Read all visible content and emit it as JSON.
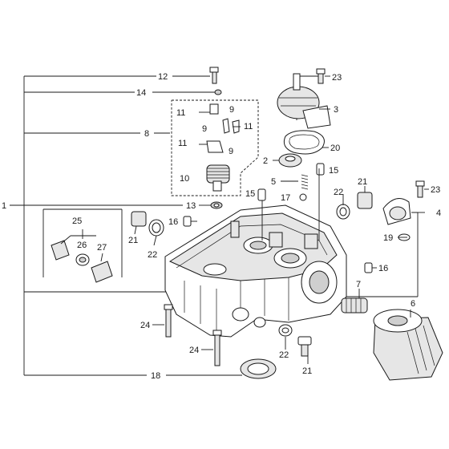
{
  "callouts": {
    "c1": "1",
    "c2": "2",
    "c3": "3",
    "c4": "4",
    "c5": "5",
    "c6": "6",
    "c7": "7",
    "c8": "8",
    "c9": "9",
    "c10": "10",
    "c11": "11",
    "c12": "12",
    "c13": "13",
    "c14": "14",
    "c15": "15",
    "c16": "16",
    "c17": "17",
    "c18": "18",
    "c19": "19",
    "c20": "20",
    "c21": "21",
    "c22": "22",
    "c23": "23",
    "c24": "24",
    "c25": "25",
    "c26": "26",
    "c27": "27"
  },
  "colors": {
    "line": "#1a1a1a",
    "background": "#ffffff",
    "part_shade": "#e6e6e6"
  }
}
